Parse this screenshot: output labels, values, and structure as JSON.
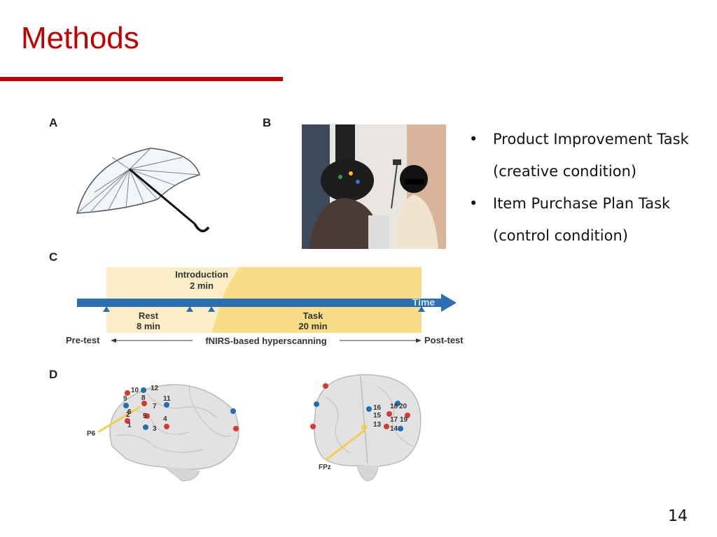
{
  "slide": {
    "title": "Methods",
    "page_number": "14"
  },
  "bullets": [
    {
      "bullet": "•",
      "line1": "Product Improvement Task",
      "line2": "(creative condition)"
    },
    {
      "bullet": "•",
      "line1": "Item Purchase Plan Task",
      "line2": "(control condition)"
    }
  ],
  "figure": {
    "panel_letters": [
      "A",
      "B",
      "C",
      "D"
    ],
    "timeline": {
      "introduction": "Introduction",
      "introduction_duration": "2 min",
      "time": "Time",
      "rest": "Rest",
      "rest_duration": "8 min",
      "task": "Task",
      "task_duration": "20 min",
      "pre_test": "Pre-test",
      "hyperscanning": "fNIRS-based hyperscanning",
      "post_test": "Post-test"
    },
    "brain_left_channels": [
      "10",
      "12",
      "9",
      "8",
      "11",
      "7",
      "6",
      "2",
      "5",
      "4",
      "1",
      "3"
    ],
    "brain_left_label": "P6",
    "brain_right_channels": [
      "16",
      "18",
      "20",
      "15",
      "17",
      "19",
      "13",
      "14"
    ],
    "brain_right_label": "FPz",
    "colors": {
      "red": "#d43a2f",
      "blue": "#1f6fb5",
      "yellow": "#f2d57a",
      "timeline_blue": "#2c6fb0"
    }
  }
}
